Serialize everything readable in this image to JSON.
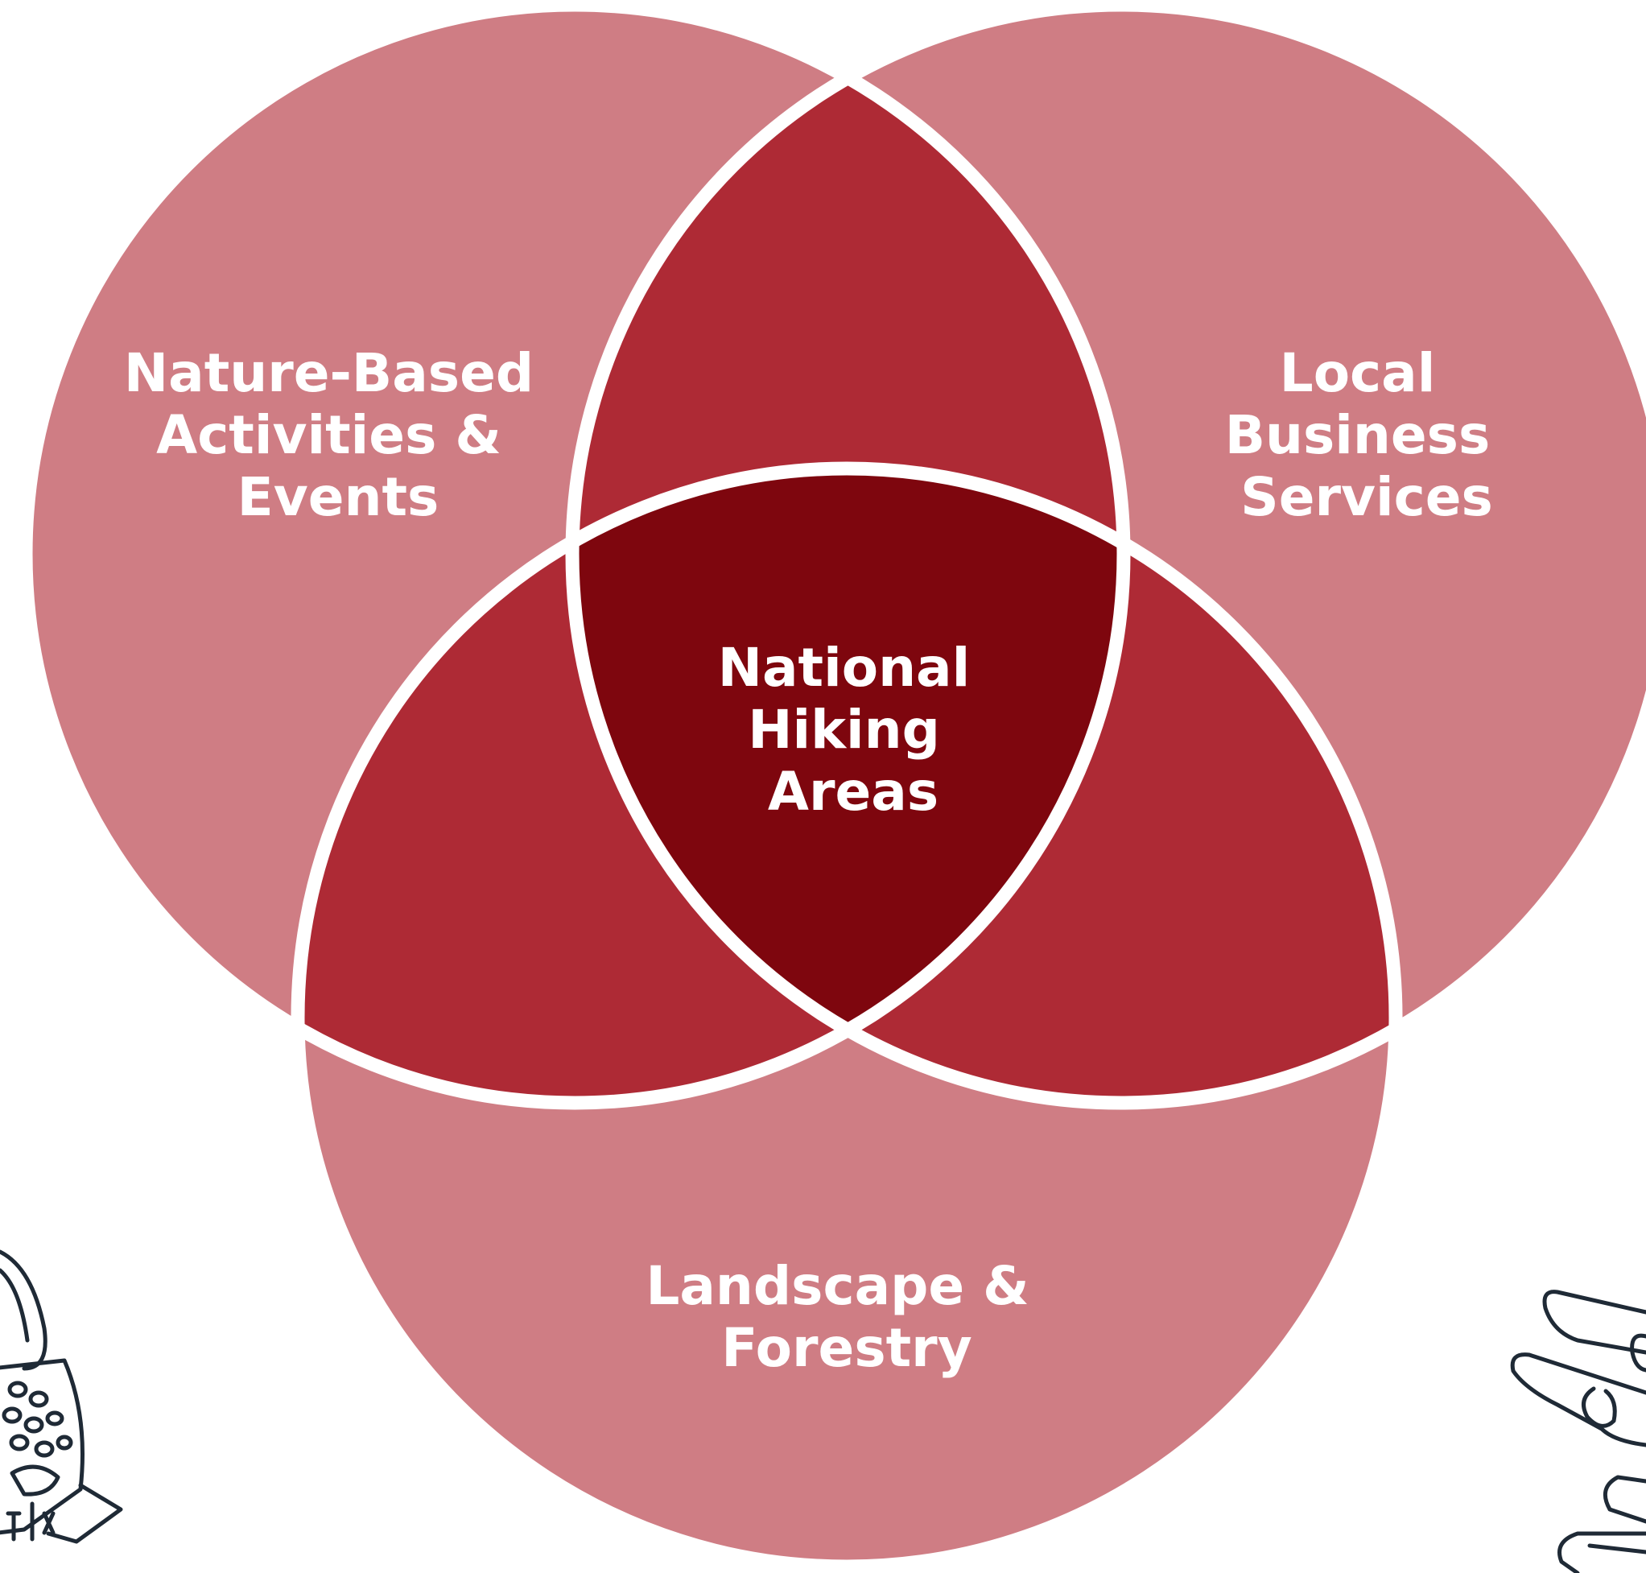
{
  "diagram": {
    "type": "three-set venn",
    "circles": [
      {
        "id": "nature",
        "label_lines": [
          "Nature-Based",
          "Activities &",
          "Events"
        ]
      },
      {
        "id": "business",
        "label_lines": [
          "Local",
          "Business",
          "Services"
        ]
      },
      {
        "id": "landscape",
        "label_lines": [
          "Landscape &",
          "Forestry"
        ]
      }
    ],
    "center": {
      "label_lines": [
        "National",
        "Hiking",
        "Areas"
      ]
    }
  },
  "colors": {
    "circle_fill": "#cf7d84",
    "pair_overlap_fill": "#ae2a35",
    "center_fill": "#7e060e",
    "outline": "#ffffff",
    "label_text": "#ffffff",
    "doodle_stroke": "#1f2a36"
  },
  "decorations": [
    {
      "icon": "handbag-doodle-icon"
    },
    {
      "icon": "hand-doodle-icon"
    }
  ]
}
